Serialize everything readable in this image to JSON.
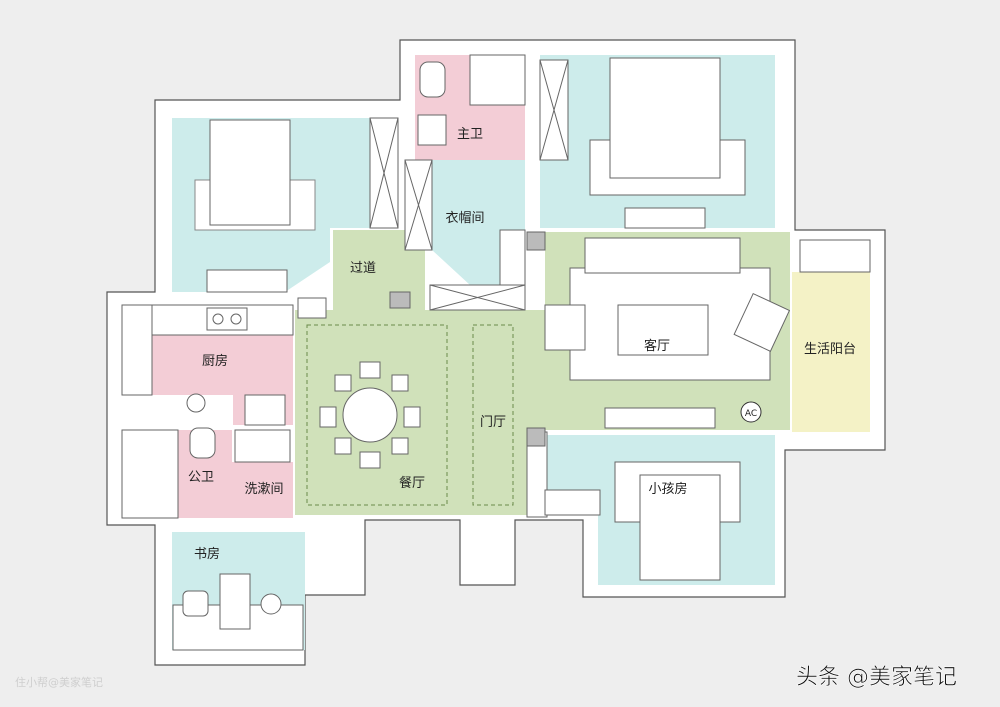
{
  "rooms": {
    "master_bath": "主卫",
    "cloakroom": "衣帽间",
    "corridor": "过道",
    "living_room": "客厅",
    "balcony": "生活阳台",
    "kitchen": "厨房",
    "foyer": "门厅",
    "dining_room": "餐厅",
    "public_bath": "公卫",
    "washroom": "洗漱间",
    "kids_room": "小孩房",
    "study": "书房"
  },
  "ac_label": "AC",
  "watermark_main": "头条 @美家笔记",
  "watermark_small": "住小帮@美家笔记",
  "colors": {
    "background": "#eeeeee",
    "bedroom": "#cdeceb",
    "wet_area": "#f3cdd6",
    "public_area": "#d0e1ba",
    "balcony": "#f4f2c6"
  }
}
